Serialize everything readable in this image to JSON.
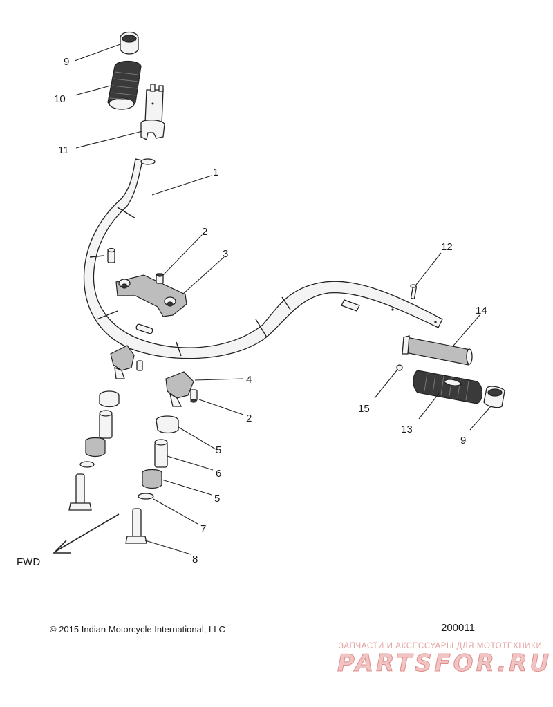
{
  "diagram": {
    "callouts": {
      "c1": "1",
      "c2a": "2",
      "c2b": "2",
      "c3": "3",
      "c4": "4",
      "c5a": "5",
      "c5b": "5",
      "c6": "6",
      "c7": "7",
      "c8": "8",
      "c9a": "9",
      "c9b": "9",
      "c10": "10",
      "c11": "11",
      "c12": "12",
      "c13": "13",
      "c14": "14",
      "c15": "15"
    },
    "direction_label": "FWD"
  },
  "footer": {
    "copyright": "© 2015 Indian Motorcycle International, LLC",
    "diagram_number": "200011"
  },
  "watermark": {
    "tagline": "ЗАПЧАСТИ И АКСЕССУАРЫ ДЛЯ МОТОТЕХНИКИ",
    "logo_text": "PARTSFOR.RU"
  }
}
